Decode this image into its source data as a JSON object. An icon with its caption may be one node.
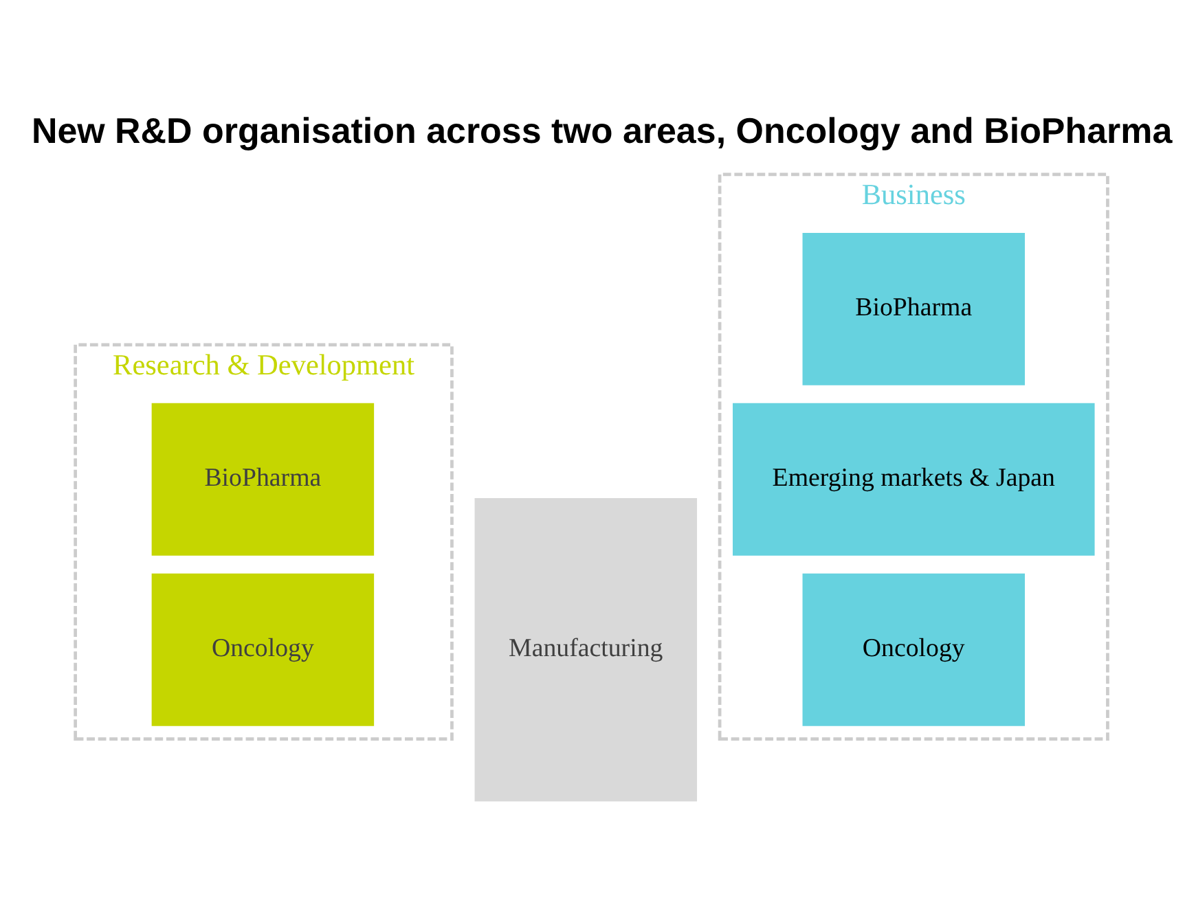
{
  "diagram": {
    "title": "New R&D organisation across two areas, Oncology and BioPharma",
    "nodes": [
      {
        "text": [
          "Research & Development"
        ]
      },
      {
        "text": [
          "Oncology"
        ],
        "in": 0
      },
      {
        "text": [
          "BioPharma"
        ],
        "in": 0
      },
      {
        "text": [
          "Manufacturing"
        ]
      },
      {
        "text": [
          "Business"
        ]
      },
      {
        "text": [
          "Oncology"
        ],
        "in": 4
      },
      {
        "text": [
          "Emerging markets & Japan"
        ],
        "in": 4
      },
      {
        "text": [
          "BioPharma"
        ],
        "in": 4
      }
    ],
    "edges": []
  }
}
